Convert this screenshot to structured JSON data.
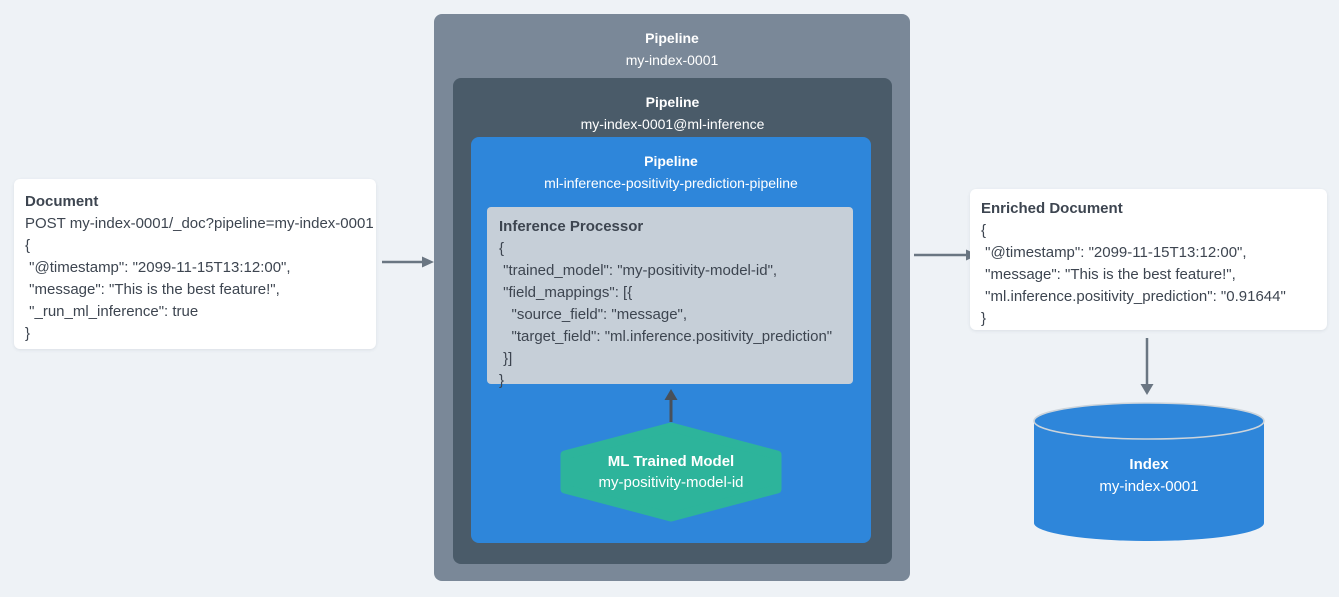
{
  "colors": {
    "background": "#eef2f6",
    "card_bg": "#ffffff",
    "text_dark": "#3d4550",
    "pipeline_outer": "#7a8898",
    "pipeline_mid": "#4a5b69",
    "pipeline_inner_blue": "#2e86da",
    "processor_bg": "#c6cfd8",
    "model_teal": "#2db49b",
    "index_blue": "#2e86da",
    "arrow_gray": "#6a7682",
    "arrow_dark": "#48505a"
  },
  "left_card": {
    "title": "Document",
    "lines": [
      "POST my-index-0001/_doc?pipeline=my-index-0001",
      "{",
      " \"@timestamp\": \"2099-11-15T13:12:00\",",
      " \"message\": \"This is the best feature!\",",
      " \"_run_ml_inference\": true",
      "}"
    ]
  },
  "outer_pipeline": {
    "title": "Pipeline",
    "name": "my-index-0001"
  },
  "mid_pipeline": {
    "title": "Pipeline",
    "name": "my-index-0001@ml-inference"
  },
  "inner_pipeline": {
    "title": "Pipeline",
    "name": "ml-inference-positivity-prediction-pipeline"
  },
  "processor": {
    "title": "Inference Processor",
    "lines": [
      "{",
      " \"trained_model\": \"my-positivity-model-id\",",
      " \"field_mappings\": [{",
      "   \"source_field\": \"message\",",
      "   \"target_field\": \"ml.inference.positivity_prediction\"",
      " }]",
      "}"
    ]
  },
  "model": {
    "title": "ML Trained Model",
    "name": "my-positivity-model-id"
  },
  "right_card": {
    "title": "Enriched Document",
    "lines": [
      "{",
      " \"@timestamp\": \"2099-11-15T13:12:00\",",
      " \"message\": \"This is the best feature!\",",
      " \"ml.inference.positivity_prediction\": \"0.91644\"",
      "}"
    ]
  },
  "index": {
    "title": "Index",
    "name": "my-index-0001"
  }
}
